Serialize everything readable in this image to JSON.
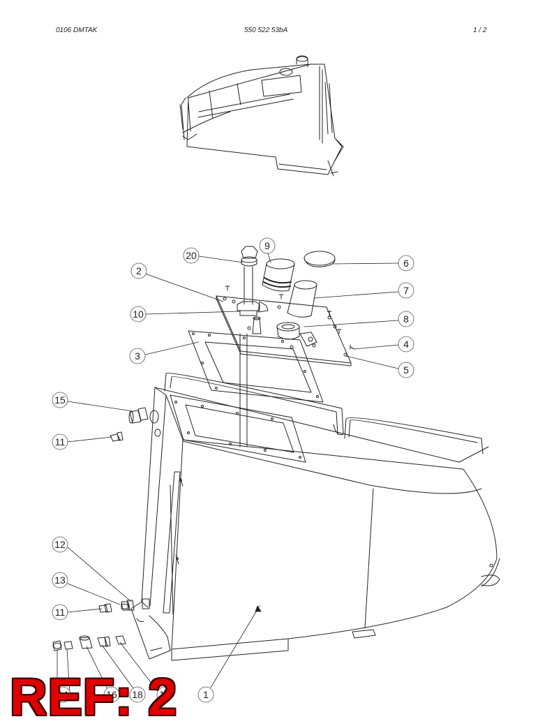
{
  "header": {
    "left": "0106 DMTAK",
    "center": "550 522 53bA",
    "right": "1 /   2"
  },
  "callouts": [
    {
      "id": "c20",
      "label": "20"
    },
    {
      "id": "c9",
      "label": "9"
    },
    {
      "id": "c6",
      "label": "6"
    },
    {
      "id": "c2",
      "label": "2"
    },
    {
      "id": "c7",
      "label": "7"
    },
    {
      "id": "c10",
      "label": "10"
    },
    {
      "id": "c8",
      "label": "8"
    },
    {
      "id": "c4",
      "label": "4"
    },
    {
      "id": "c3",
      "label": "3"
    },
    {
      "id": "c5",
      "label": "5"
    },
    {
      "id": "c15",
      "label": "15"
    },
    {
      "id": "c11a",
      "label": "11"
    },
    {
      "id": "c12",
      "label": "12"
    },
    {
      "id": "c13",
      "label": "13"
    },
    {
      "id": "c11b",
      "label": "11"
    },
    {
      "id": "c14",
      "label": "14"
    },
    {
      "id": "c16",
      "label": "16"
    },
    {
      "id": "c18",
      "label": "18"
    },
    {
      "id": "c19",
      "label": "19"
    },
    {
      "id": "c1",
      "label": "1"
    }
  ],
  "ref_label": "REF: 2"
}
